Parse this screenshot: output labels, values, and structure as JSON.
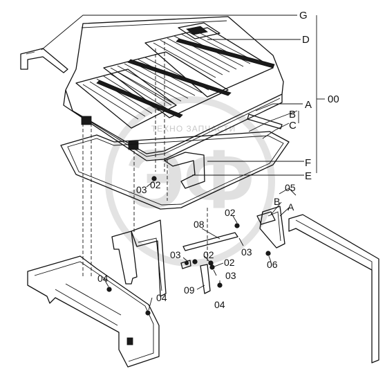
{
  "watermark": {
    "logo_letters": "ЭФ",
    "text": "ТЕХНО ЗАПЧАСТИ"
  },
  "labels": {
    "G": "G",
    "D": "D",
    "A_top": "A",
    "assembly": "00",
    "B_top": "B",
    "C": "C",
    "F": "F",
    "E": "E",
    "p05": "05",
    "B_mid": "B",
    "A_mid": "A",
    "p03_left": "03",
    "p02_left": "02",
    "p02_center": "02",
    "p08": "08",
    "p03_center": "03",
    "p03_mid": "03",
    "p02_mid": "02",
    "p02_right": "02",
    "p03_right": "03",
    "p06": "06",
    "p04_left": "04",
    "p09": "09",
    "p04_center": "04",
    "p04_bottom": "04"
  }
}
